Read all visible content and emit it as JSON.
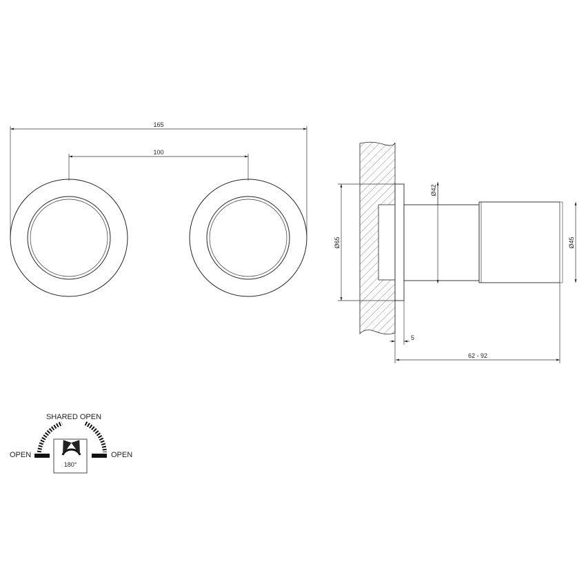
{
  "front_view": {
    "dim_overall": "165",
    "dim_centers": "100"
  },
  "side_view": {
    "dim_flange_diameter": "Ø65",
    "dim_stem_diameter": "Ø42",
    "dim_body_diameter": "Ø45",
    "dim_flange_thickness": "5",
    "dim_projection": "62 - 92"
  },
  "legend": {
    "shared_open": "SHARED OPEN",
    "open_left": "OPEN",
    "open_right": "OPEN",
    "rotation": "180°"
  }
}
